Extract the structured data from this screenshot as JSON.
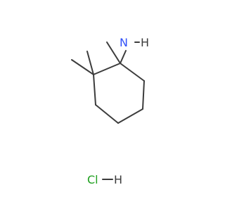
{
  "structure": {
    "atoms": {
      "amine_n": "N",
      "amine_h": "H",
      "chloride": "Cl",
      "chloride_h": "H"
    },
    "colors": {
      "bond": "#3c3c3c",
      "nitrogen": "#3050f8",
      "chlorine": "#1fa01f",
      "hydrogen": "#3c3c3c"
    }
  }
}
